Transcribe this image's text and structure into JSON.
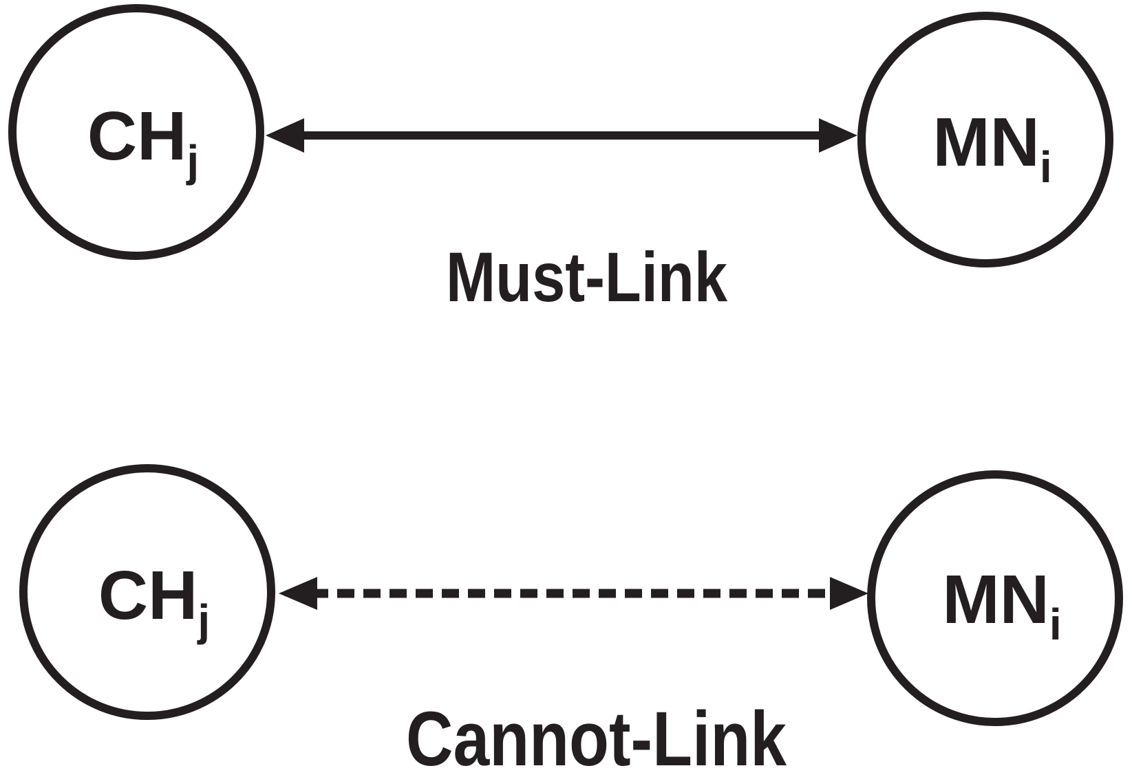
{
  "diagram": {
    "background_color": "#ffffff",
    "ink_color": "#231f20",
    "sections": [
      {
        "id": "must-link",
        "label": "Must-Link",
        "link_style": "solid-double-arrow",
        "left_node": {
          "label": "CH",
          "subscript": "j"
        },
        "right_node": {
          "label": "MN",
          "subscript": "i"
        }
      },
      {
        "id": "cannot-link",
        "label": "Cannot-Link",
        "link_style": "dashed-double-arrow",
        "left_node": {
          "label": "CH",
          "subscript": "j"
        },
        "right_node": {
          "label": "MN",
          "subscript": "i"
        }
      }
    ]
  }
}
